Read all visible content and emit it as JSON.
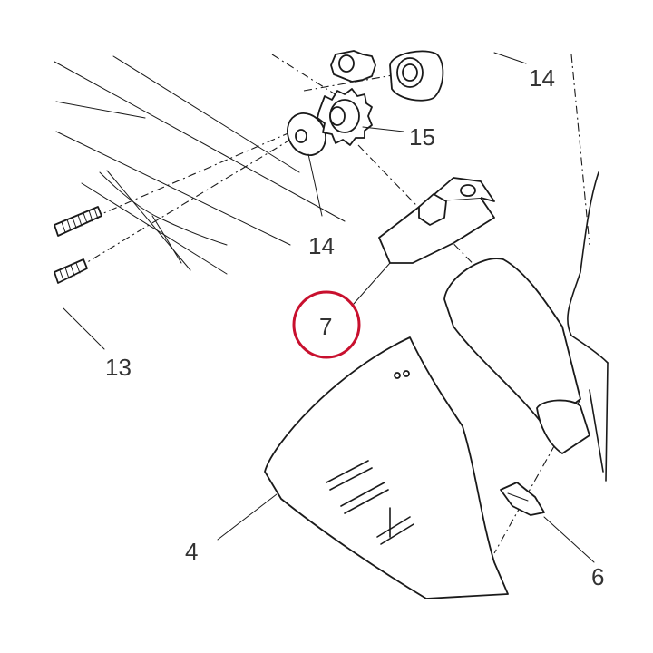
{
  "diagram": {
    "callouts": [
      {
        "id": "callout-14-top",
        "label": "14"
      },
      {
        "id": "callout-15",
        "label": "15"
      },
      {
        "id": "callout-14-mid",
        "label": "14"
      },
      {
        "id": "callout-7",
        "label": "7"
      },
      {
        "id": "callout-13",
        "label": "13"
      },
      {
        "id": "callout-4",
        "label": "4"
      },
      {
        "id": "callout-6",
        "label": "6"
      }
    ],
    "highlight": {
      "callout": "7",
      "color": "#c8102e"
    },
    "colors": {
      "line": "#1a1a1a",
      "label": "#333333",
      "highlight": "#c8102e"
    }
  }
}
